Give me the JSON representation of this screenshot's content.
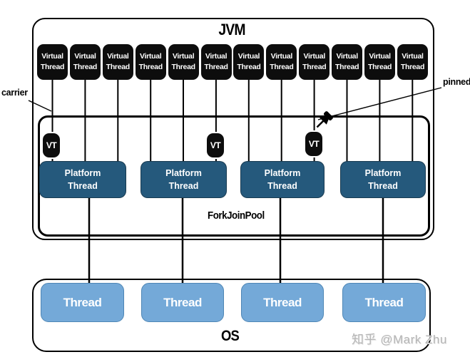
{
  "jvm": {
    "label": "JVM",
    "virtual_threads": [
      "Virtual Thread",
      "Virtual Thread",
      "Virtual Thread",
      "Virtual Thread",
      "Virtual Thread",
      "Virtual Thread",
      "Virtual Thread",
      "Virtual Thread",
      "Virtual Thread",
      "Virtual Thread",
      "Virtual Thread",
      "Virtual Thread"
    ],
    "forkjoinpool": {
      "label": "ForkJoinPool",
      "vt_badges": [
        "VT",
        "VT",
        "VT"
      ],
      "platform_threads": [
        "Platform Thread",
        "Platform Thread",
        "Platform Thread",
        "Platform Thread"
      ]
    }
  },
  "os": {
    "label": "OS",
    "threads": [
      "Thread",
      "Thread",
      "Thread",
      "Thread"
    ]
  },
  "annotations": {
    "carrier": "carrier",
    "pinned": "pinned"
  },
  "watermark": "知乎 @Mark Zhu",
  "colors": {
    "virtual_thread_bg": "#0d0d0d",
    "vt_badge_bg": "#0d0d0d",
    "platform_thread_bg": "#25597c",
    "os_thread_bg": "#74a9d8",
    "os_thread_border": "#4e86b5",
    "line": "#000000",
    "watermark_text": "#b5b5b5"
  }
}
